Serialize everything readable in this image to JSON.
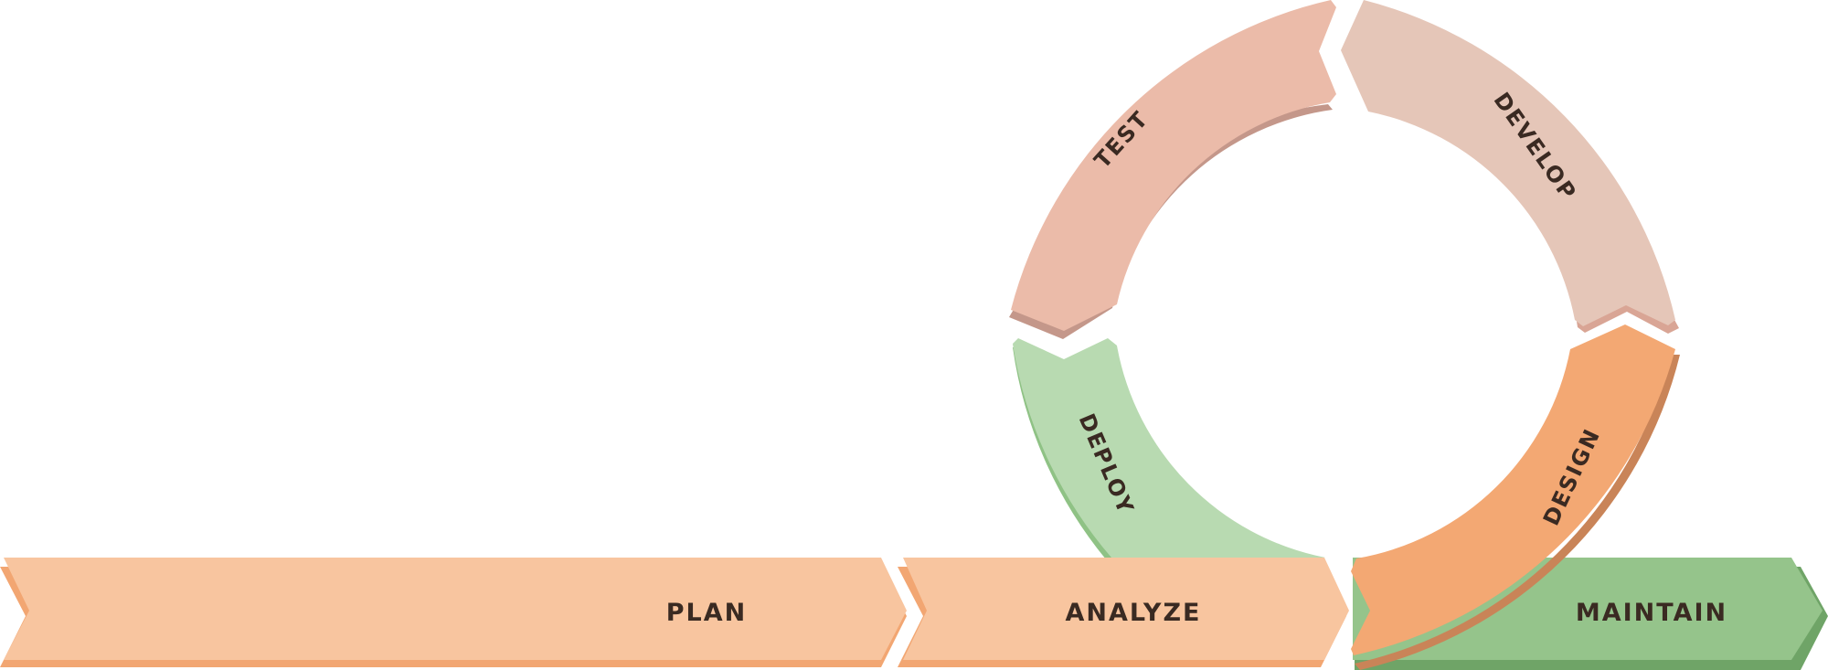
{
  "stages": {
    "plan": {
      "label": "PLAN",
      "color": "#F8C59F",
      "shadow": "#F2A672"
    },
    "analyze": {
      "label": "ANALYZE",
      "color": "#F8C59F",
      "shadow": "#F2A672"
    },
    "maintain": {
      "label": "MAINTAIN",
      "color": "#95C48B",
      "shadow": "#6FA467"
    }
  },
  "cycle": {
    "test": {
      "label": "TEST",
      "color": "#EBBBA9",
      "shadow": "#C4978A"
    },
    "develop": {
      "label": "DEVELOP",
      "color": "#E5C6B8",
      "shadow": "#D9A595"
    },
    "design": {
      "label": "DESIGN",
      "color": "#F3A873",
      "shadow": "#C98458"
    },
    "deploy": {
      "label": "DEPLOY",
      "color": "#B8DAB1",
      "shadow": "#8FC285"
    }
  }
}
